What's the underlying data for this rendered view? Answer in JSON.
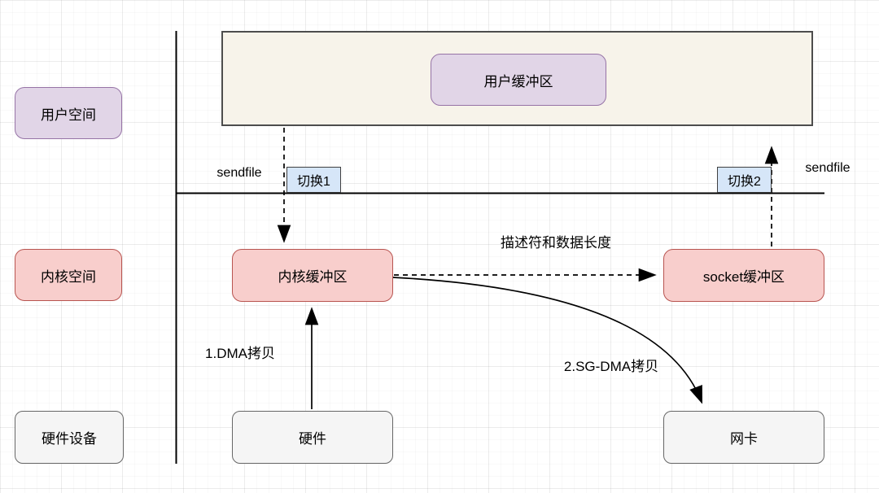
{
  "diagram": {
    "title_implicit": "sendfile zero-copy data flow",
    "type": "flow-diagram"
  },
  "rows": [
    {
      "id": "user-space",
      "label": "用户空间"
    },
    {
      "id": "kernel-space",
      "label": "内核空间"
    },
    {
      "id": "hardware-device",
      "label": "硬件设备"
    }
  ],
  "nodes": {
    "user_buffer": {
      "label": "用户缓冲区"
    },
    "kernel_buffer": {
      "label": "内核缓冲区"
    },
    "socket_buffer": {
      "label": "socket缓冲区"
    },
    "hardware": {
      "label": "硬件"
    },
    "nic": {
      "label": "网卡"
    },
    "switch1": {
      "label": "切换1"
    },
    "switch2": {
      "label": "切换2"
    }
  },
  "annotations": {
    "sendfile_left": "sendfile",
    "sendfile_right": "sendfile",
    "descriptor": "描述符和数据长度",
    "dma_copy": "1.DMA拷贝",
    "sg_dma_copy": "2.SG-DMA拷贝"
  },
  "colors": {
    "purple_fill": "#e1d5e7",
    "purple_stroke": "#9673a6",
    "pink_fill": "#f8cecc",
    "pink_stroke": "#b85450",
    "blue_fill": "#d6e6f8",
    "blue_stroke": "#404040",
    "gray_fill": "#f5f5f5",
    "gray_stroke": "#666666",
    "container_fill": "#f7f3ea",
    "container_stroke": "#4d4d4d",
    "line": "#000000"
  }
}
